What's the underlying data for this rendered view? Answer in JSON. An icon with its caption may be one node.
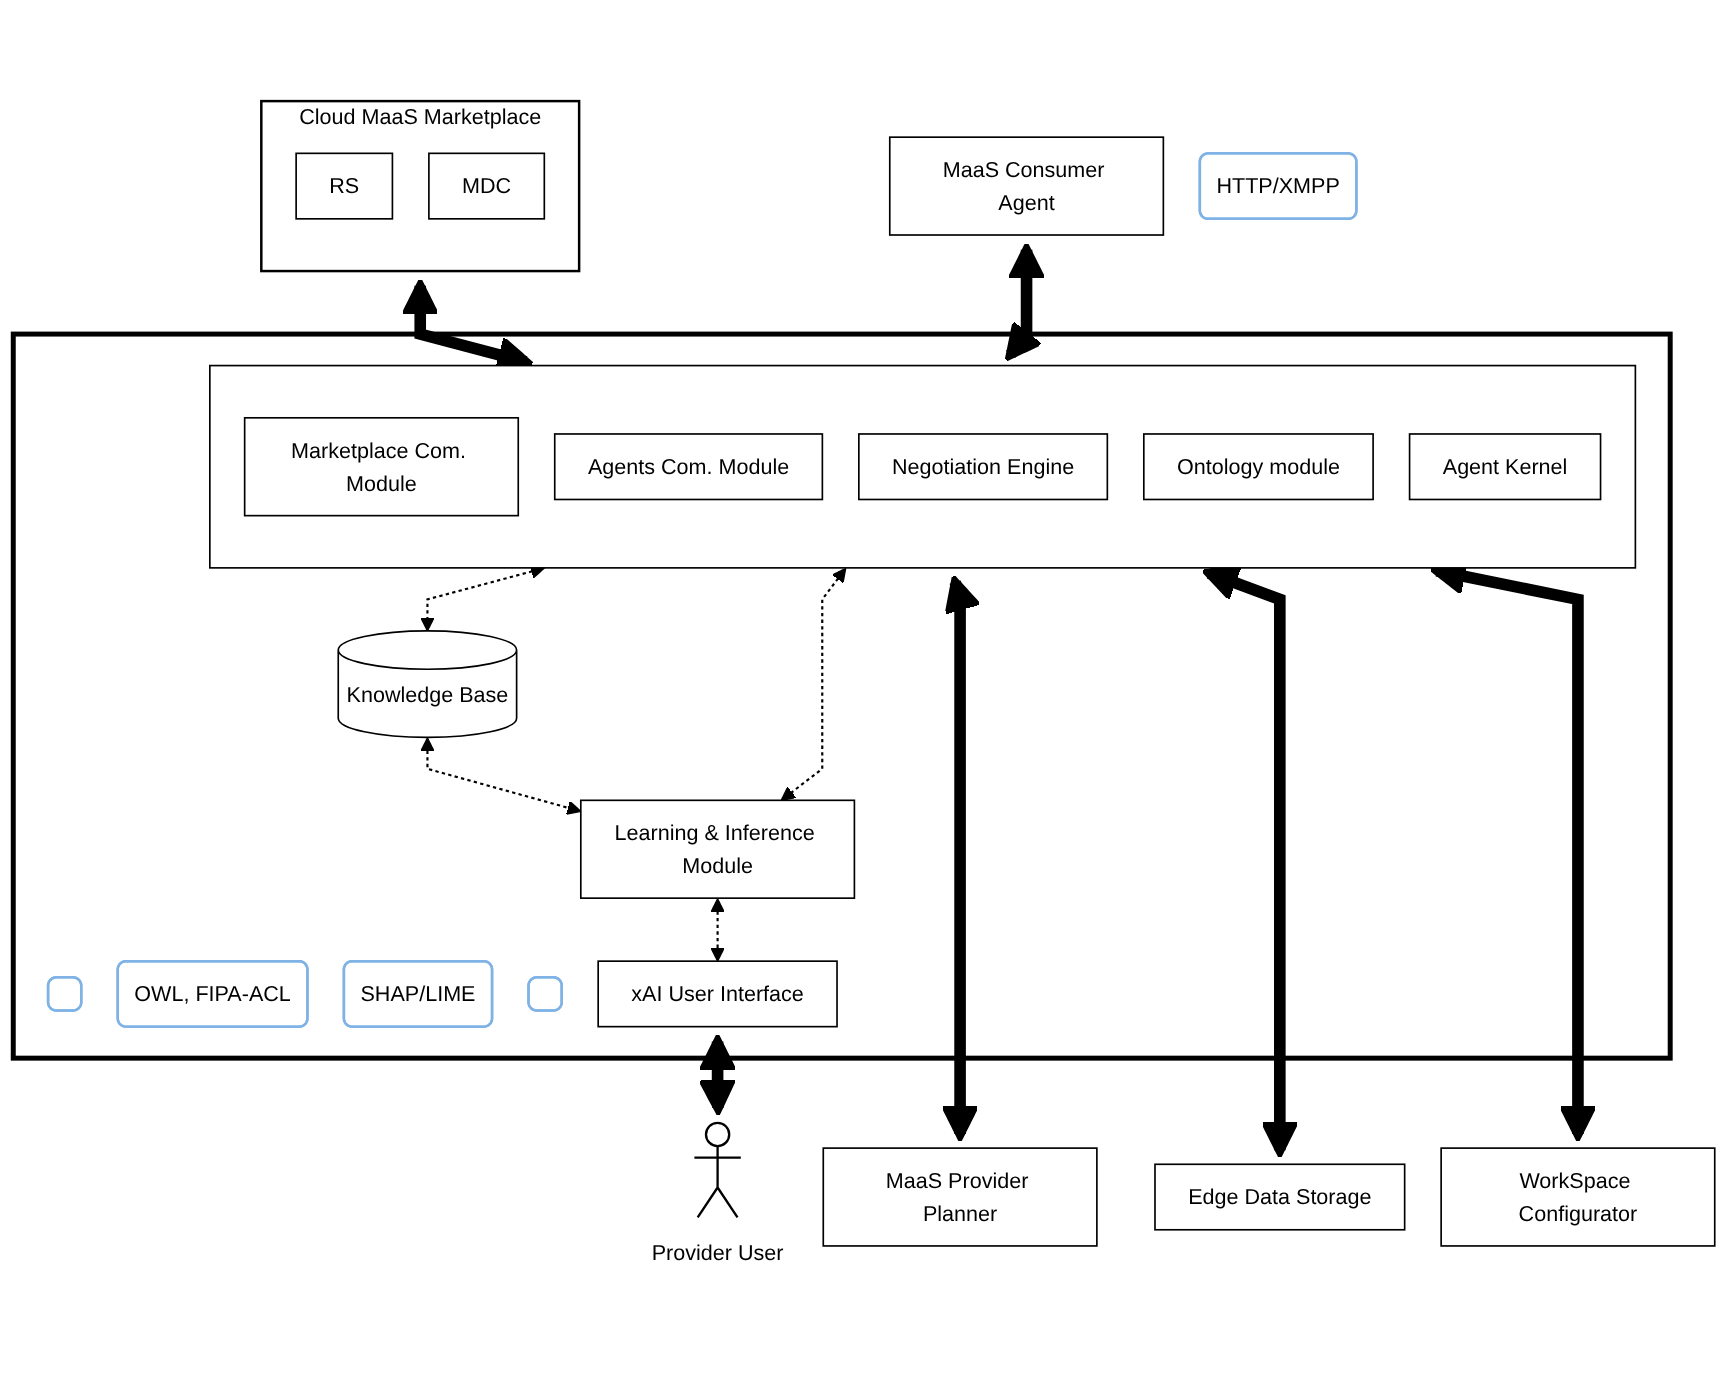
{
  "diagram": {
    "nodes": [
      {
        "text": [
          "Cloud MaaS Marketplace"
        ]
      },
      {
        "text": [
          "RS"
        ],
        "in": 0
      },
      {
        "text": [
          "MDC"
        ],
        "in": 0
      },
      {
        "text": [
          "MaaS Consumer Agent"
        ]
      },
      {
        "text": [
          "HTTP/XMPP"
        ]
      },
      {
        "text": [],
        "shape": "box"
      },
      {
        "text": [],
        "shape": "box",
        "in": 5
      },
      {
        "text": [],
        "shape": "box",
        "in": 5
      },
      {
        "text": [
          "Marketplace Com. Module"
        ],
        "in": 7
      },
      {
        "text": [
          "Agents Com. Module"
        ],
        "in": 7
      },
      {
        "text": [
          "Negotiation Engine"
        ],
        "in": 7
      },
      {
        "text": [
          "Ontology module"
        ],
        "in": 7
      },
      {
        "text": [
          "Agent Kernel"
        ],
        "in": 7
      },
      {
        "text": [
          "OWL, FIPA-ACL"
        ],
        "in": 5
      },
      {
        "text": [
          "Learning & Inference Module"
        ],
        "in": 5
      },
      {
        "text": [
          "SHAP/LIME"
        ],
        "in": 5
      },
      {
        "text": [
          "Knowledge Base"
        ],
        "in": 5
      },
      {
        "text": [],
        "shape": "box",
        "in": 5
      },
      {
        "text": [
          "xAI User Interface"
        ],
        "in": 5
      },
      {
        "text": [
          "MaaS Provider Planner"
        ]
      },
      {
        "text": [
          "Edge Data Storage"
        ]
      },
      {
        "text": [
          "WorkSpace Configurator"
        ]
      },
      {
        "text": [
          "Provider User"
        ]
      }
    ],
    "edges": [
      {
        "from": 0,
        "to": 7,
        "arrow": "both"
      },
      {
        "from": 3,
        "to": 7,
        "arrow": "both"
      },
      {
        "from": 7,
        "to": 14,
        "arrow": "both",
        "style": "dashed"
      },
      {
        "from": 7,
        "to": 16,
        "arrow": "both",
        "style": "dashed"
      },
      {
        "from": 16,
        "to": 14,
        "arrow": "both",
        "style": "dashed"
      },
      {
        "from": 14,
        "to": 18,
        "arrow": "both",
        "style": "dashed"
      },
      {
        "from": 7,
        "to": 19,
        "arrow": "both"
      },
      {
        "from": 7,
        "to": 20,
        "arrow": "both"
      },
      {
        "from": 7,
        "to": 21,
        "arrow": "both"
      },
      {
        "from": 18,
        "to": 22,
        "arrow": "both"
      }
    ]
  }
}
